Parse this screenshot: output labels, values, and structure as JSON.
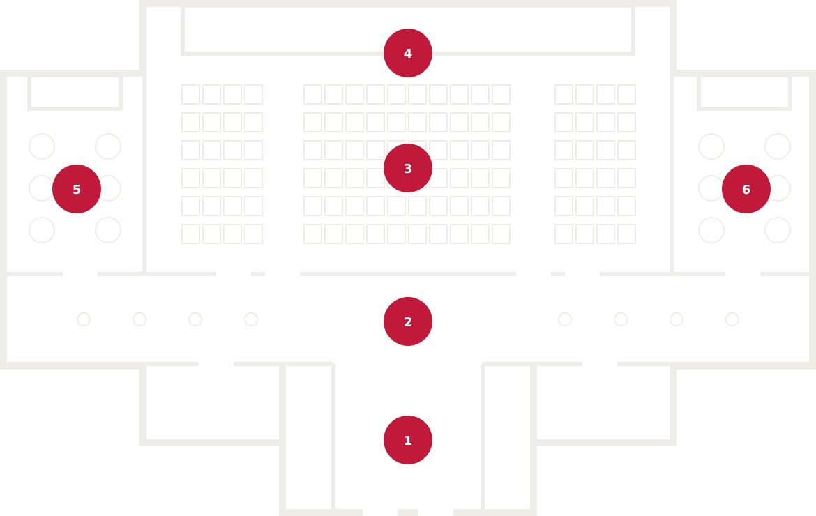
{
  "floor_plan": {
    "colors": {
      "wall": "#eeede8",
      "marker": "#c0193a",
      "marker_text": "#ffffff",
      "background": "#ffffff"
    },
    "markers": [
      {
        "id": "1",
        "label": "1"
      },
      {
        "id": "2",
        "label": "2"
      },
      {
        "id": "3",
        "label": "3"
      },
      {
        "id": "4",
        "label": "4"
      },
      {
        "id": "5",
        "label": "5"
      },
      {
        "id": "6",
        "label": "6"
      }
    ]
  }
}
